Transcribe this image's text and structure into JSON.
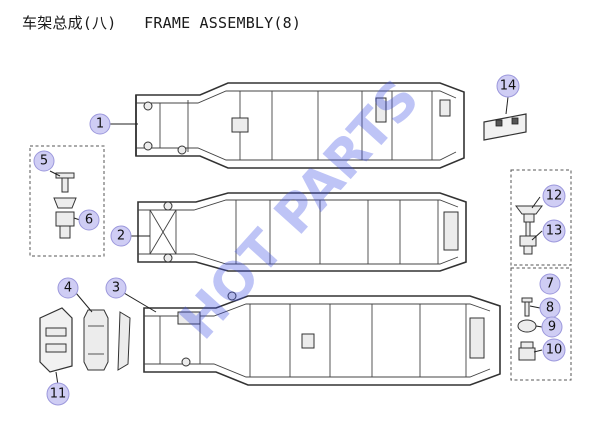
{
  "title": "车架总成(八)   FRAME ASSEMBLY(8)",
  "watermark": "HOT PARTS",
  "callouts": [
    {
      "num": "1"
    },
    {
      "num": "2"
    },
    {
      "num": "3"
    },
    {
      "num": "4"
    },
    {
      "num": "5"
    },
    {
      "num": "6"
    },
    {
      "num": "7"
    },
    {
      "num": "8"
    },
    {
      "num": "9"
    },
    {
      "num": "10"
    },
    {
      "num": "11"
    },
    {
      "num": "12"
    },
    {
      "num": "13"
    },
    {
      "num": "14"
    }
  ],
  "colors": {
    "callout_fill": "#cfcdf4",
    "watermark": "#3c4ee6"
  }
}
